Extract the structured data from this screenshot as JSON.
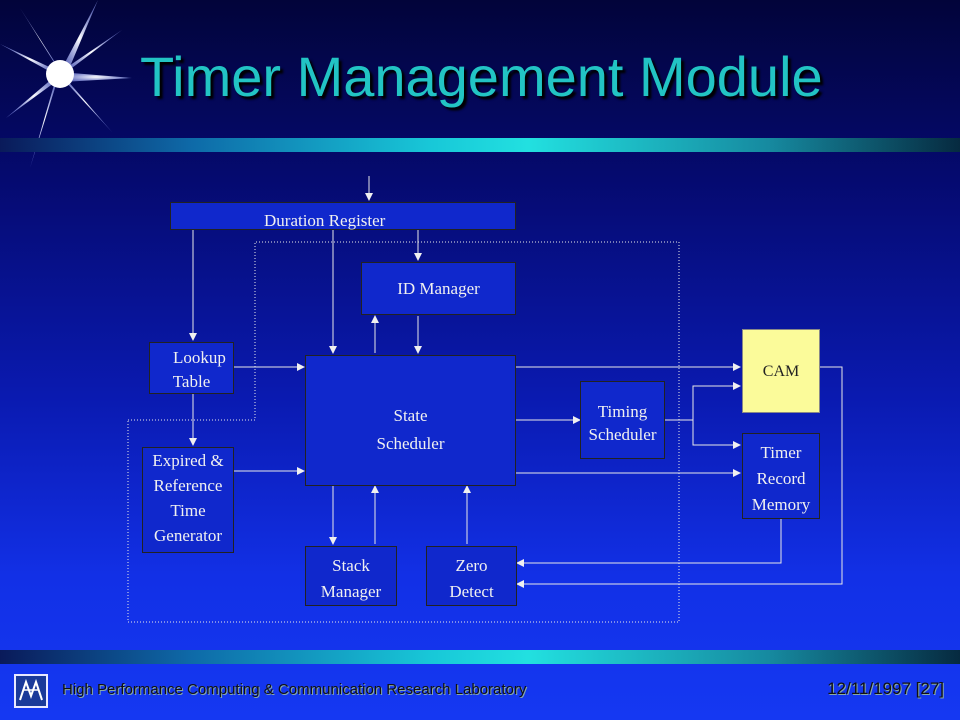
{
  "title": "Timer Management Module",
  "blocks": {
    "duration_register": "Duration Register",
    "id_manager": "ID Manager",
    "lookup_table": [
      "Lookup",
      "Table"
    ],
    "state_scheduler": [
      "State",
      "Scheduler"
    ],
    "timing_scheduler": [
      "Timing",
      "Scheduler"
    ],
    "cam": "CAM",
    "timer_record_memory": [
      "Timer",
      "Record",
      "Memory"
    ],
    "expired_generator": [
      "Expired &",
      "Reference",
      "Time",
      "Generator"
    ],
    "stack_manager": [
      "Stack",
      "Manager"
    ],
    "zero_detect": [
      "Zero",
      "Detect"
    ]
  },
  "footer": {
    "lab": "High Performance Computing & Communication Research Laboratory",
    "date": "12/11/1997",
    "page": "[27]"
  },
  "colors": {
    "title": "#22c4c4",
    "cam_fill": "#fbfb9a",
    "background": "#0a1ab0"
  }
}
